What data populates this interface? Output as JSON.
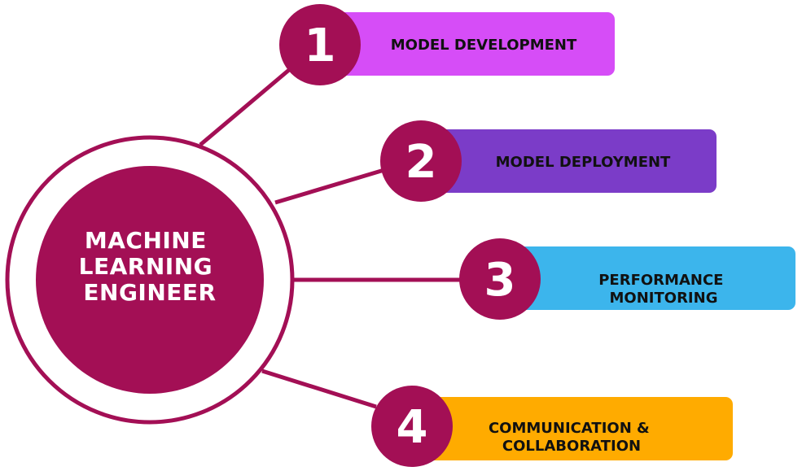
{
  "colors": {
    "primary": "#a30f55",
    "white": "#ffffff",
    "text_dark": "#111111"
  },
  "center": {
    "lines": [
      "MACHINE",
      "LEARNING",
      "ENGINEER"
    ]
  },
  "steps": [
    {
      "number": "1",
      "lines": [
        "MODEL DEVELOPMENT"
      ],
      "color": "#d64df7"
    },
    {
      "number": "2",
      "lines": [
        "MODEL DEPLOYMENT"
      ],
      "color": "#7b3cc8"
    },
    {
      "number": "3",
      "lines": [
        "PERFORMANCE",
        "MONITORING"
      ],
      "color": "#3cb5ec"
    },
    {
      "number": "4",
      "lines": [
        "COMMUNICATION &",
        "COLLABORATION"
      ],
      "color": "#ffab00"
    }
  ]
}
